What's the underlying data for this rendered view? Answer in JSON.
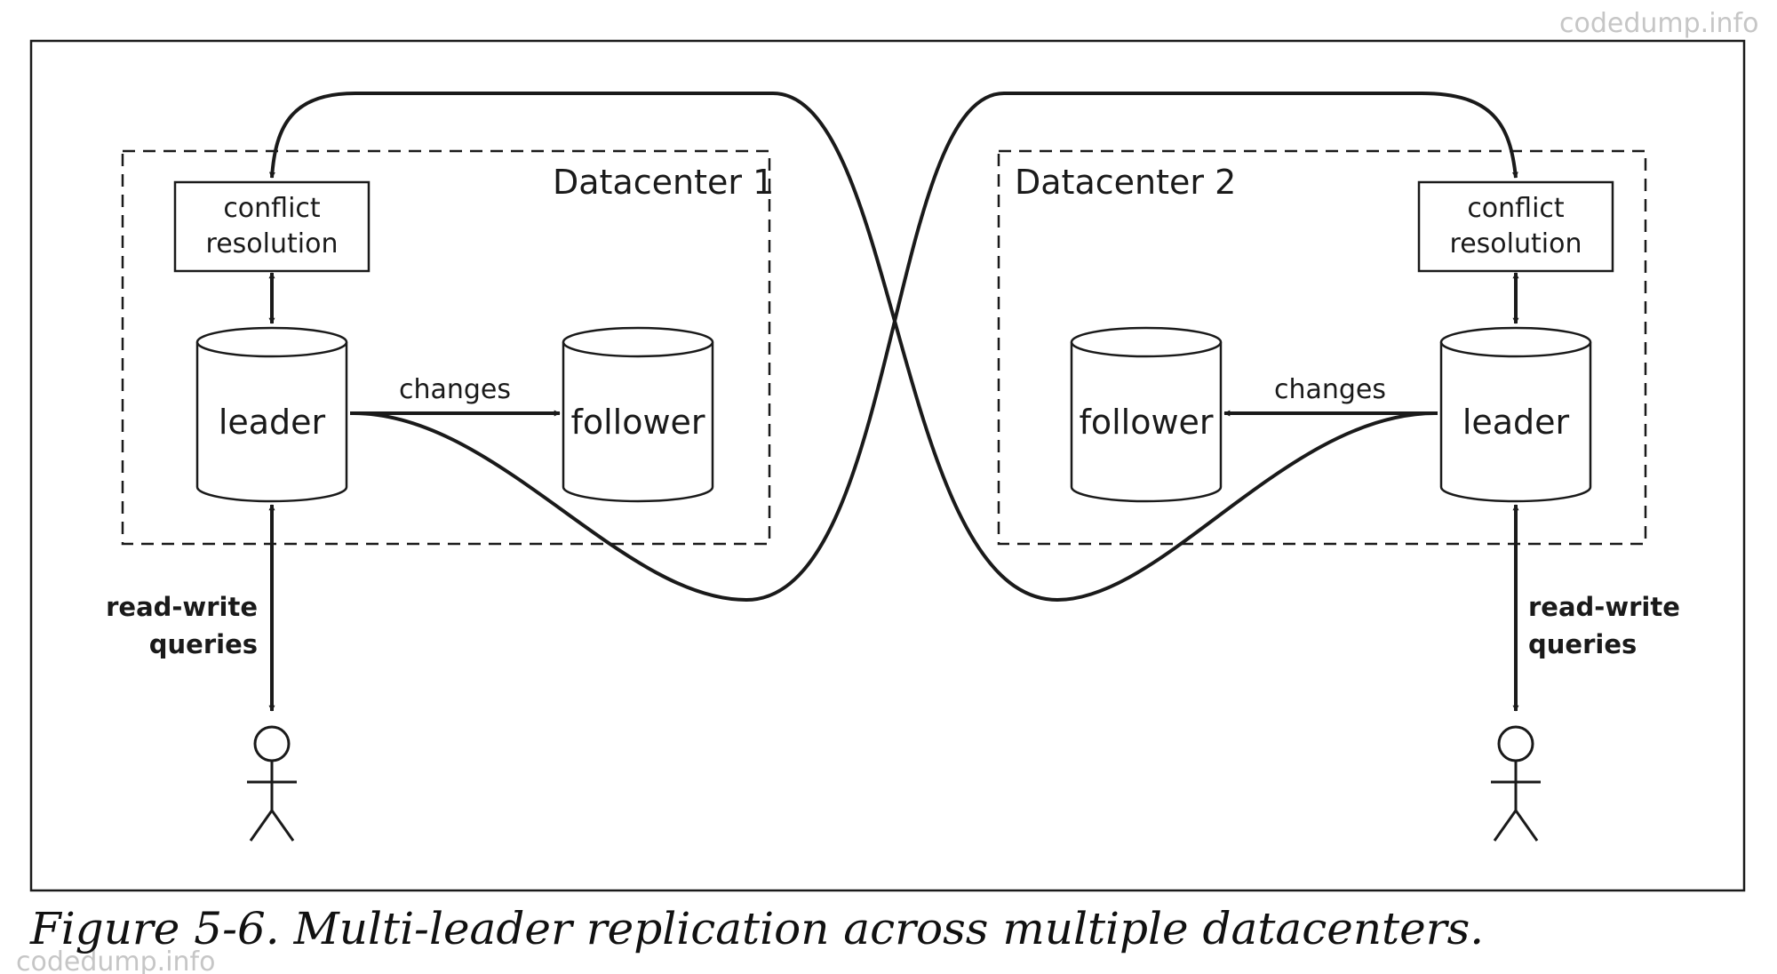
{
  "watermark": "codedump.info",
  "datacenters": [
    {
      "title": "Datacenter 1",
      "conflict_resolution": {
        "line1": "conflict",
        "line2": "resolution"
      },
      "leader": "leader",
      "follower": "follower",
      "changes": "changes",
      "queries": {
        "line1": "read-write",
        "line2": "queries"
      }
    },
    {
      "title": "Datacenter 2",
      "conflict_resolution": {
        "line1": "conflict",
        "line2": "resolution"
      },
      "leader": "leader",
      "follower": "follower",
      "changes": "changes",
      "queries": {
        "line1": "read-write",
        "line2": "queries"
      }
    }
  ],
  "caption": "Figure 5-6. Multi-leader replication across multiple datacenters.",
  "colors": {
    "ink": "#1a1a1a",
    "watermark": "#c6c6c6",
    "background": "#ffffff"
  }
}
